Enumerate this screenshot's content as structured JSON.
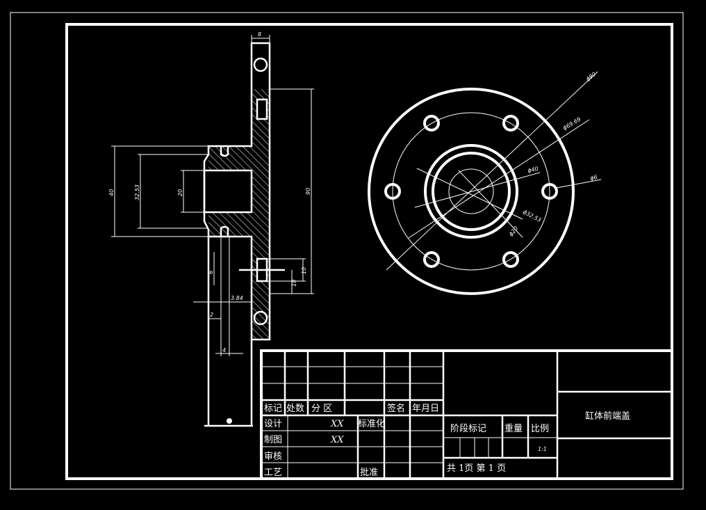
{
  "section_view": {
    "dims": {
      "top_width": "8",
      "height_90": "90",
      "dia_40": "40",
      "dia_32_53": "32.53",
      "dia_20": "20",
      "slot_6": "6",
      "slot_10a": "10",
      "slot_10b": "10",
      "gap_2": "2",
      "val_3_84": "3.84",
      "width_4": "4"
    }
  },
  "top_view": {
    "dims": {
      "d90": "ϕ90",
      "d69": "ϕ69.69",
      "d40": "ϕ40",
      "d6": "ϕ6",
      "d32": "ϕ32.53",
      "d20": "ϕ20"
    }
  },
  "title_block": {
    "h_mark": "标记",
    "h_count": "处数",
    "h_zone": "分 区",
    "h_sign": "签名",
    "h_date": "年月日",
    "design": "设计",
    "design_val": "XX",
    "standard": "标准化",
    "drafting": "制图",
    "drafting_val": "XX",
    "review": "审核",
    "process": "工艺",
    "approve": "批准",
    "stage_mark": "阶段标记",
    "weight": "重量",
    "scale": "比例",
    "scale_val": "1:1",
    "sheets": "共 1页 第 1 页",
    "part_name": "缸体前端盖"
  }
}
